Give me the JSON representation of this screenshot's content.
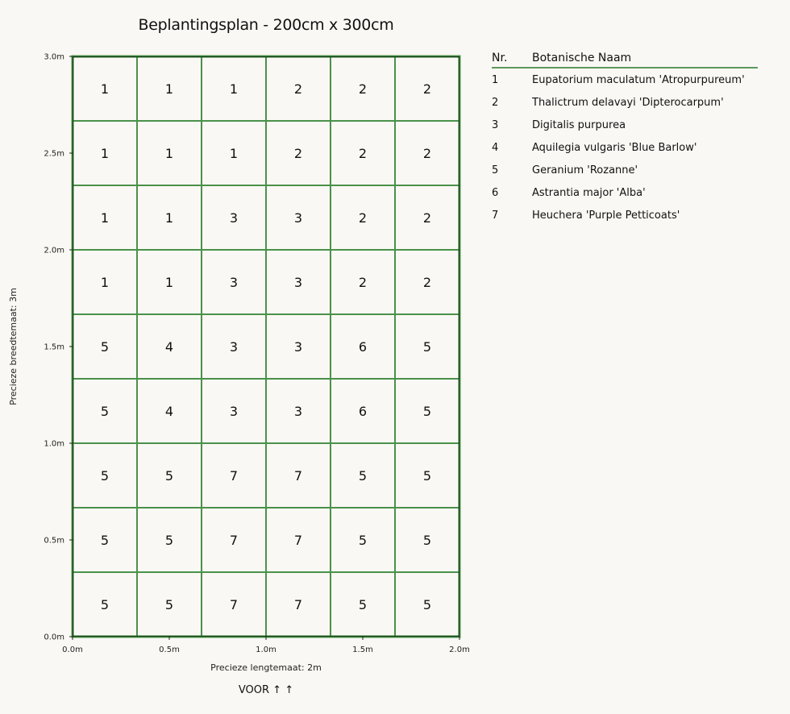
{
  "title": "Beplantingsplan - 200cm x 300cm",
  "chart_data": {
    "type": "table",
    "x_ticks": [
      "0.0m",
      "0.5m",
      "1.0m",
      "1.5m",
      "2.0m"
    ],
    "y_ticks": [
      "0.0m",
      "0.5m",
      "1.0m",
      "1.5m",
      "2.0m",
      "2.5m",
      "3.0m"
    ],
    "xlim": [
      0,
      2
    ],
    "ylim": [
      0,
      3
    ],
    "xlabel": "Precieze lengtemaat: 2m",
    "ylabel": "Precieze breedtemaat: 3m",
    "columns": 6,
    "grid_rows_top_to_bottom": [
      [
        "1",
        "1",
        "1",
        "2",
        "2",
        "2"
      ],
      [
        "1",
        "1",
        "1",
        "2",
        "2",
        "2"
      ],
      [
        "1",
        "1",
        "3",
        "3",
        "2",
        "2"
      ],
      [
        "1",
        "1",
        "3",
        "3",
        "2",
        "2"
      ],
      [
        "5",
        "4",
        "3",
        "3",
        "6",
        "5"
      ],
      [
        "5",
        "4",
        "3",
        "3",
        "6",
        "5"
      ],
      [
        "5",
        "5",
        "7",
        "7",
        "5",
        "5"
      ],
      [
        "5",
        "5",
        "7",
        "7",
        "5",
        "5"
      ],
      [
        "5",
        "5",
        "7",
        "7",
        "5",
        "5"
      ]
    ]
  },
  "footer_label": "VOOR ↑ ↑",
  "legend": {
    "header_nr": "Nr.",
    "header_name": "Botanische Naam",
    "items": [
      {
        "nr": "1",
        "name": "Eupatorium maculatum 'Atropurpureum'"
      },
      {
        "nr": "2",
        "name": "Thalictrum delavayi 'Dipterocarpum'"
      },
      {
        "nr": "3",
        "name": "Digitalis purpurea"
      },
      {
        "nr": "4",
        "name": "Aquilegia vulgaris 'Blue Barlow'"
      },
      {
        "nr": "5",
        "name": "Geranium 'Rozanne'"
      },
      {
        "nr": "6",
        "name": "Astrantia major 'Alba'"
      },
      {
        "nr": "7",
        "name": "Heuchera 'Purple Petticoats'"
      }
    ]
  },
  "colors": {
    "grid_line": "#4a914a",
    "frame": "#0f3a0f",
    "background": "#faf8f4"
  }
}
